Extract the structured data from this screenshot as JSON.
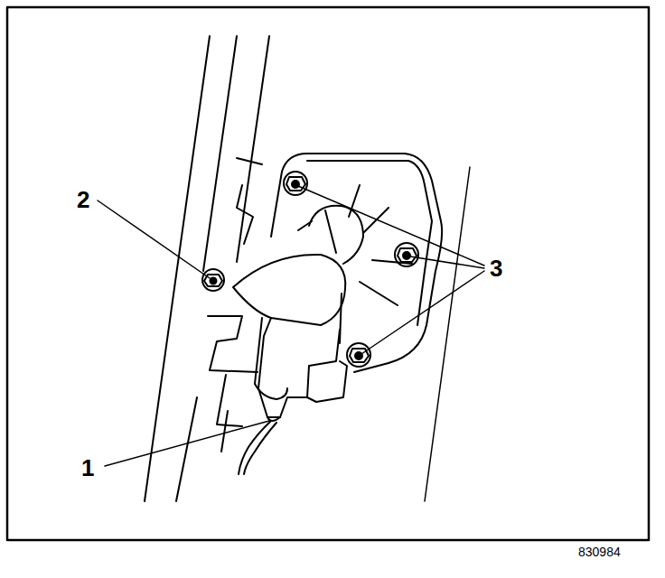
{
  "diagram": {
    "labels": [
      "1",
      "2",
      "3",
      "830984"
    ]
  }
}
